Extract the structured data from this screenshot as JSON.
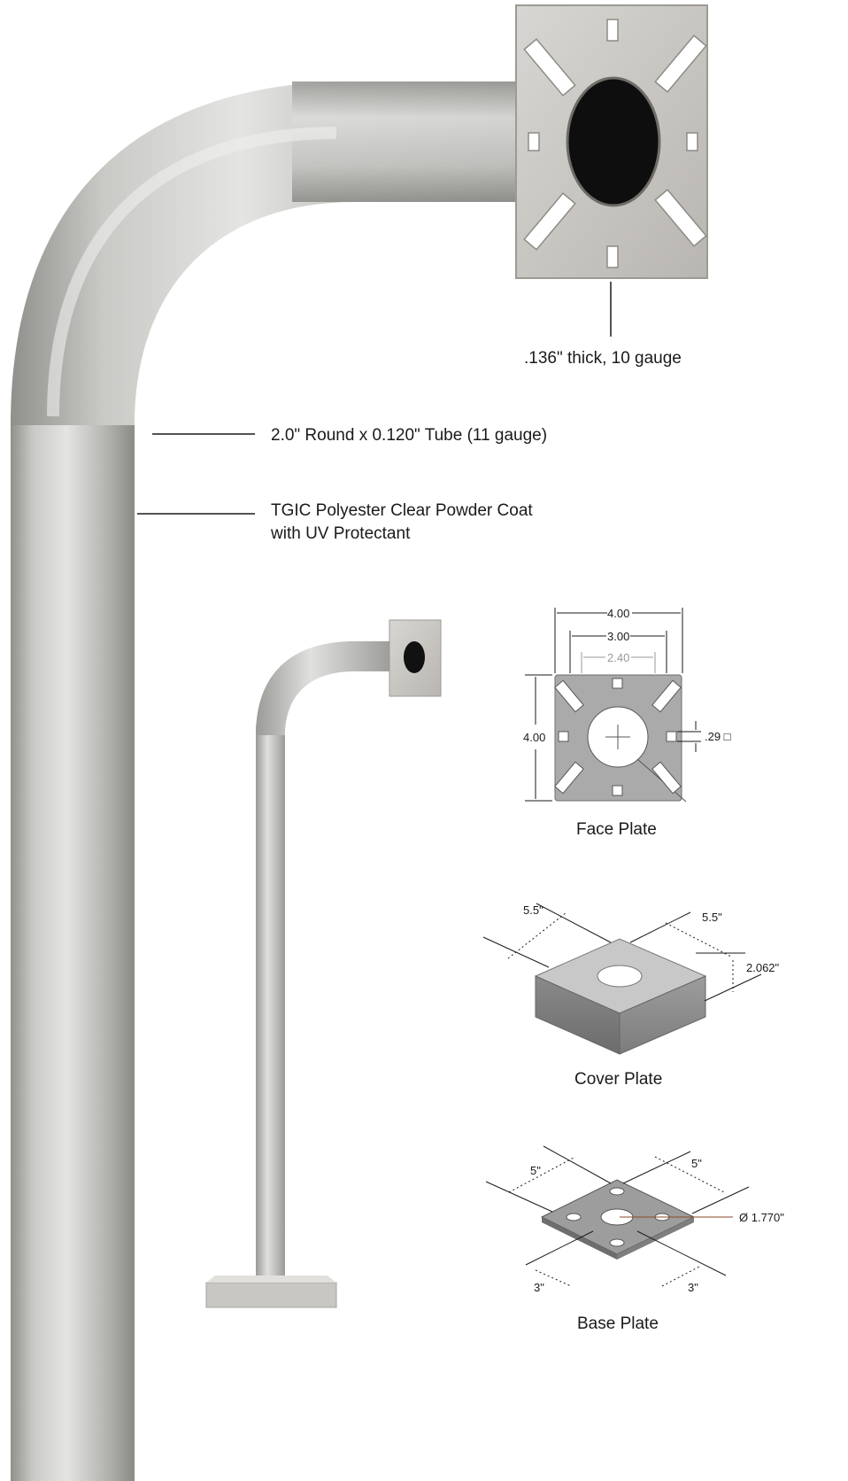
{
  "callouts": {
    "thickness": ".136\" thick, 10 gauge",
    "tube": "2.0\" Round x 0.120\" Tube (11 gauge)",
    "coat_line1": "TGIC Polyester Clear Powder Coat",
    "coat_line2": "with UV Protectant"
  },
  "face_plate": {
    "caption": "Face Plate",
    "dim_outer": "4.00",
    "dim_mid": "3.00",
    "dim_inner": "2.40",
    "dim_height": "4.00",
    "dim_slot": ".29 □"
  },
  "cover_plate": {
    "caption": "Cover Plate",
    "dim_left": "5.5\"",
    "dim_right": "5.5\"",
    "dim_height": "2.062\""
  },
  "base_plate": {
    "caption": "Base Plate",
    "dim_left": "5\"",
    "dim_right": "5\"",
    "dim_bottom_left": "3\"",
    "dim_bottom_right": "3\"",
    "dim_diameter": "Ø 1.770\""
  },
  "colors": {
    "steel_light": "#d6d6d4",
    "steel_mid": "#b4b4b1",
    "steel_dark": "#8e8e8a",
    "plate_gray": "#a9a9a9",
    "annotation": "#1a1a1a"
  }
}
